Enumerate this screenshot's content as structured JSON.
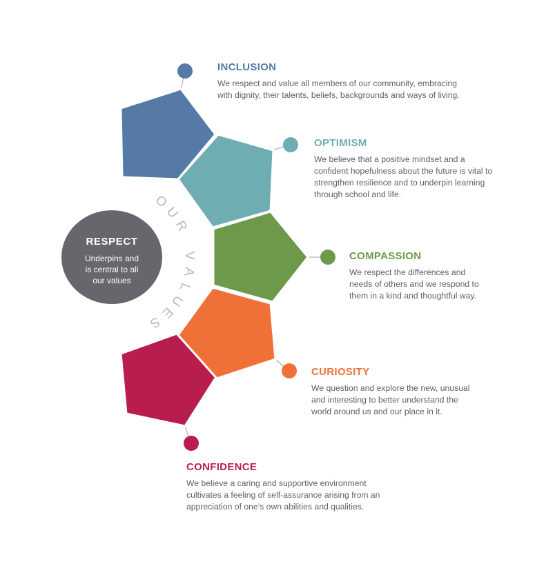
{
  "arc_label": "OUR VALUES",
  "colors": {
    "inclusion": "#557aa6",
    "optimism": "#6eaeb3",
    "compassion": "#6e994b",
    "curiosity": "#ef7138",
    "confidence": "#b81d4e",
    "respect": "#66676c",
    "connector": "#b5b5b5",
    "body_text": "#5f6066"
  },
  "center": {
    "title": "RESPECT",
    "lines": [
      "Underpins and",
      "is central to all",
      "our values"
    ]
  },
  "values": [
    {
      "key": "inclusion",
      "title": "INCLUSION",
      "lines": [
        "We respect and value all members of our community, embracing",
        "with dignity, their talents, beliefs, backgrounds and ways of living."
      ]
    },
    {
      "key": "optimism",
      "title": "OPTIMISM",
      "lines": [
        "We believe that a positive mindset and a",
        "confident hopefulness about the future is vital to",
        "strengthen resilience and to underpin learning",
        "through school and life."
      ]
    },
    {
      "key": "compassion",
      "title": "COMPASSION",
      "lines": [
        "We respect the differences and",
        "needs of others and we respond to",
        "them in a kind and thoughtful way."
      ]
    },
    {
      "key": "curiosity",
      "title": "CURIOSITY",
      "lines": [
        "We question and explore the new, unusual",
        "and interesting to better understand the",
        "world around us and our place in it."
      ]
    },
    {
      "key": "confidence",
      "title": "CONFIDENCE",
      "lines": [
        "We believe a caring and supportive environment",
        "cultivates a feeling of self-assurance arising from an",
        "appreciation of one’s own abilities and qualities."
      ]
    }
  ]
}
